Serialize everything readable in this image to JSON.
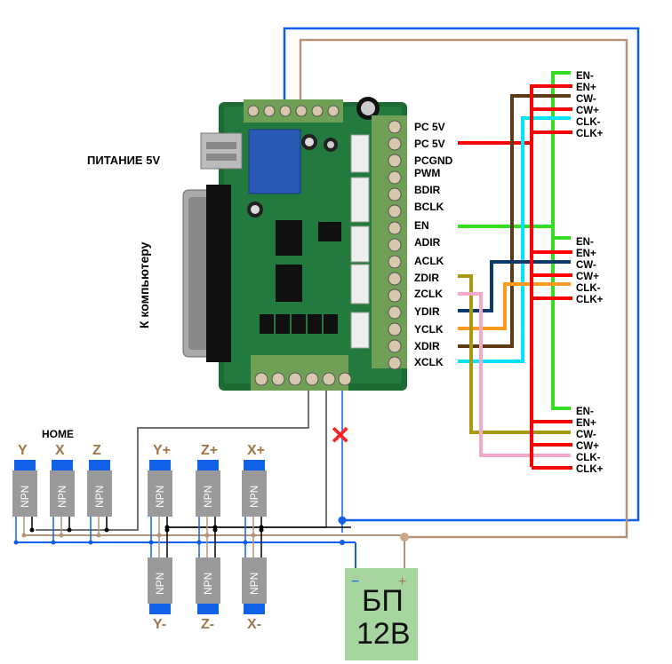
{
  "labels": {
    "power_5v": "ПИТАНИЕ 5V",
    "to_computer": "К компьютеру",
    "home": "HOME",
    "cut_mark": "✕"
  },
  "board_pins": [
    "PC 5V",
    "PC 5V",
    "PCGND",
    "PWM",
    "BDIR",
    "BCLK",
    "EN",
    "ADIR",
    "ACLK",
    "ZDIR",
    "ZCLK",
    "YDIR",
    "YCLK",
    "XDIR",
    "XCLK"
  ],
  "drivers": [
    {
      "name": "driver-1",
      "pins": [
        "EN-",
        "EN+",
        "CW-",
        "CW+",
        "CLK-",
        "CLK+"
      ]
    },
    {
      "name": "driver-2",
      "pins": [
        "EN-",
        "EN+",
        "CW-",
        "CW+",
        "CLK-",
        "CLK+"
      ]
    },
    {
      "name": "driver-3",
      "pins": [
        "EN-",
        "EN+",
        "CW-",
        "CW+",
        "CLK-",
        "CLK+"
      ]
    }
  ],
  "sensors_top": [
    {
      "axis": "Y",
      "type": "NPN",
      "group": "home"
    },
    {
      "axis": "X",
      "type": "NPN",
      "group": "home"
    },
    {
      "axis": "Z",
      "type": "NPN",
      "group": "home"
    },
    {
      "axis": "Y+",
      "type": "NPN",
      "group": "limit"
    },
    {
      "axis": "Z+",
      "type": "NPN",
      "group": "limit"
    },
    {
      "axis": "X+",
      "type": "NPN",
      "group": "limit"
    }
  ],
  "sensors_bottom": [
    {
      "axis": "Y-",
      "type": "NPN"
    },
    {
      "axis": "Z-",
      "type": "NPN"
    },
    {
      "axis": "X-",
      "type": "NPN"
    }
  ],
  "psu": {
    "line1": "БП",
    "line2": "12В",
    "minus": "−",
    "plus": "+"
  },
  "colors": {
    "red": "#ff0000",
    "green": "#33dd22",
    "brown": "#5e3a14",
    "cyan": "#00e5ff",
    "navy": "#0d3a6b",
    "orange": "#ff9a1f",
    "olive": "#a89a10",
    "pink": "#f5a8c8",
    "blue": "#1060f0",
    "tan": "#b39478",
    "black": "#000000",
    "gray": "#555555",
    "psu_fill": "#a7d5a0",
    "sensor_body": "#9a9a9a",
    "sensor_head": "#1060e8",
    "pcb": "#1d6b34",
    "terminal": "#6fa055"
  }
}
